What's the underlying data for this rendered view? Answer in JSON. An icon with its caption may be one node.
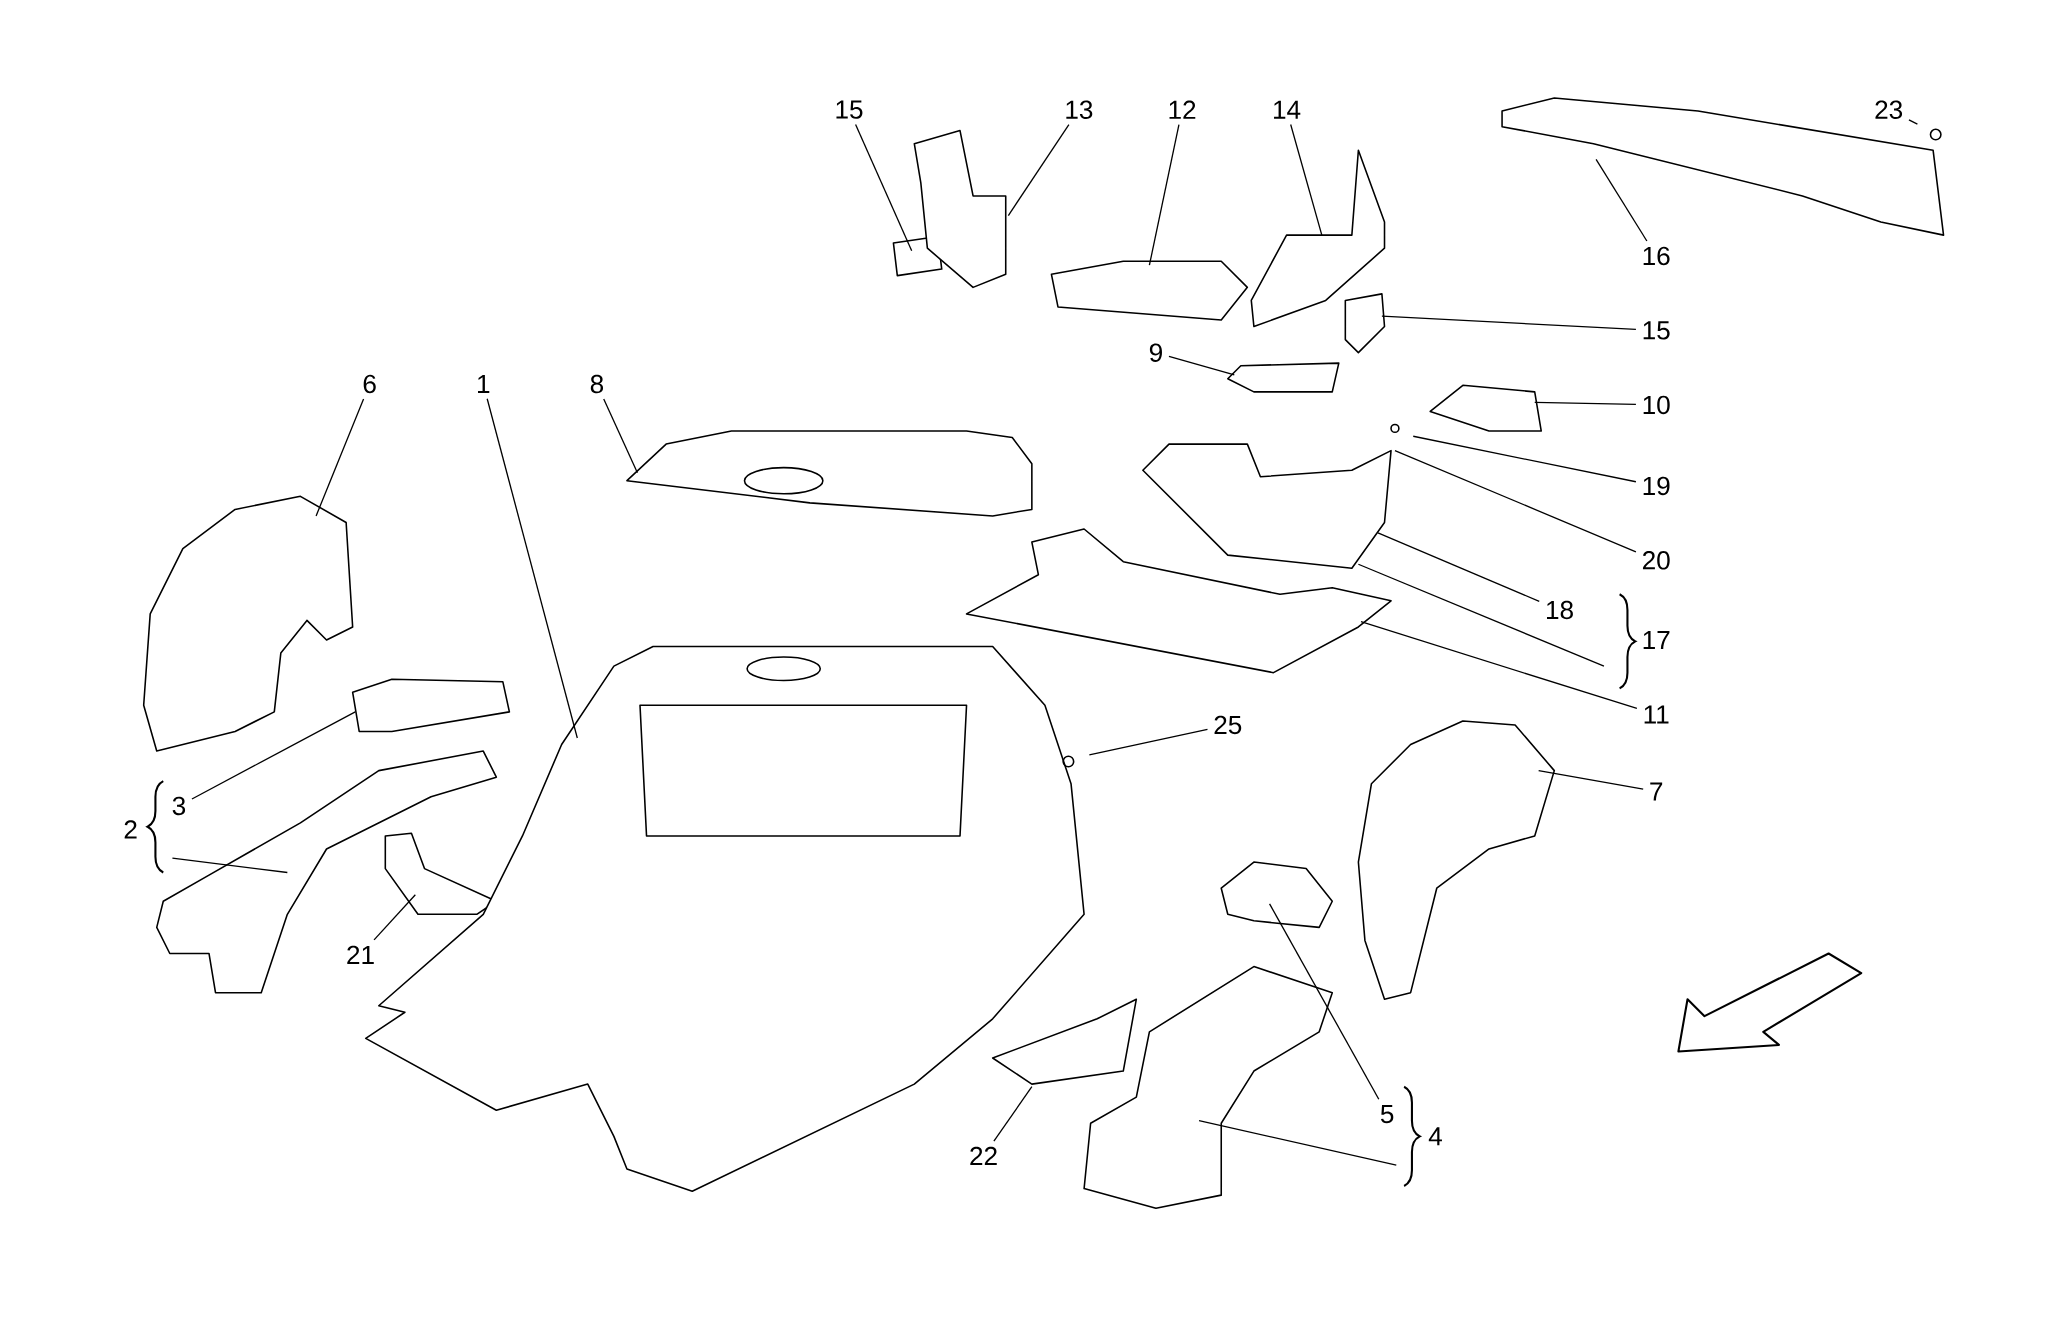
{
  "diagram": {
    "nodes": [
      {
        "text": [
          "15"
        ]
      },
      {
        "text": [
          "13"
        ]
      },
      {
        "text": [
          "12"
        ]
      },
      {
        "text": [
          "14"
        ]
      },
      {
        "text": [
          "23"
        ]
      },
      {
        "text": [
          "16"
        ]
      },
      {
        "text": [
          "15"
        ]
      },
      {
        "text": [
          "6"
        ]
      },
      {
        "text": [
          "1"
        ]
      },
      {
        "text": [
          "8"
        ]
      },
      {
        "text": [
          "9"
        ]
      },
      {
        "text": [
          "10"
        ]
      },
      {
        "text": [
          "19"
        ]
      },
      {
        "text": [
          "20"
        ]
      },
      {
        "text": [
          "18"
        ]
      },
      {
        "text": [
          "17"
        ]
      },
      {
        "text": [
          "11"
        ]
      },
      {
        "text": [
          "25"
        ]
      },
      {
        "text": [
          "3"
        ]
      },
      {
        "text": [
          "2"
        ]
      },
      {
        "text": [
          "7"
        ]
      },
      {
        "text": [
          "21"
        ]
      },
      {
        "text": [
          "5"
        ]
      },
      {
        "text": [
          "4"
        ]
      },
      {
        "text": [
          "22"
        ]
      }
    ],
    "edges": [
      {
        "from": 0,
        "to": null,
        "arrow": "none"
      },
      {
        "from": 1,
        "to": null,
        "arrow": "none"
      },
      {
        "from": 2,
        "to": null,
        "arrow": "none"
      },
      {
        "from": 3,
        "to": null,
        "arrow": "none"
      },
      {
        "from": 4,
        "to": null,
        "arrow": "none"
      },
      {
        "from": 5,
        "to": null,
        "arrow": "none"
      },
      {
        "from": 6,
        "to": null,
        "arrow": "none"
      },
      {
        "from": 7,
        "to": null,
        "arrow": "none"
      },
      {
        "from": 8,
        "to": null,
        "arrow": "none"
      },
      {
        "from": 9,
        "to": null,
        "arrow": "none"
      },
      {
        "from": 10,
        "to": null,
        "arrow": "none"
      },
      {
        "from": 11,
        "to": null,
        "arrow": "none"
      },
      {
        "from": 12,
        "to": null,
        "arrow": "none"
      },
      {
        "from": 13,
        "to": null,
        "arrow": "none"
      },
      {
        "from": 14,
        "to": null,
        "arrow": "none"
      },
      {
        "from": 15,
        "to": null,
        "arrow": "none"
      },
      {
        "from": 16,
        "to": null,
        "arrow": "none"
      },
      {
        "from": 17,
        "to": null,
        "arrow": "none"
      },
      {
        "from": 18,
        "to": null,
        "arrow": "none"
      },
      {
        "from": 19,
        "to": null,
        "arrow": "none"
      },
      {
        "from": 20,
        "to": null,
        "arrow": "none"
      },
      {
        "from": 21,
        "to": null,
        "arrow": "none"
      },
      {
        "from": 22,
        "to": null,
        "arrow": "none"
      },
      {
        "from": 23,
        "to": null,
        "arrow": "none"
      },
      {
        "from": 24,
        "to": null,
        "arrow": "none"
      }
    ]
  }
}
